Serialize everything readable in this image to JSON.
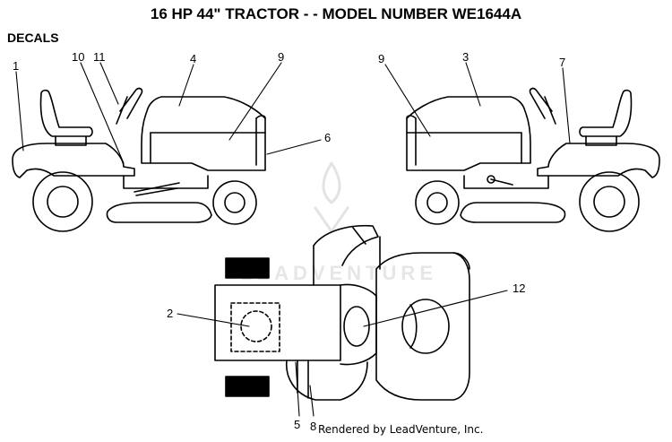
{
  "title": "16 HP 44\" TRACTOR - - MODEL NUMBER WE1644A",
  "section_label": "DECALS",
  "watermark": "LEADVENTURE",
  "footer": "Rendered by LeadVenture, Inc.",
  "callouts": {
    "c1": "1",
    "c2": "2",
    "c3": "3",
    "c4": "4",
    "c5": "5",
    "c6": "6",
    "c7": "7",
    "c8": "8",
    "c9a": "9",
    "c9b": "9",
    "c10": "10",
    "c11": "11",
    "c12": "12"
  }
}
